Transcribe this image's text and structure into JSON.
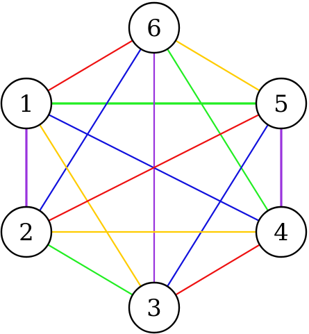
{
  "colors": {
    "red": "#ee1111",
    "green": "#22ee22",
    "blue": "#1111dd",
    "yellow": "#ffcc00",
    "purple": "#9933dd"
  },
  "nodes": [
    {
      "id": "1",
      "label": "1"
    },
    {
      "id": "2",
      "label": "2"
    },
    {
      "id": "3",
      "label": "3"
    },
    {
      "id": "4",
      "label": "4"
    },
    {
      "id": "5",
      "label": "5"
    },
    {
      "id": "6",
      "label": "6"
    }
  ],
  "edges": [
    {
      "from": "1",
      "to": "6",
      "color": "red"
    },
    {
      "from": "6",
      "to": "5",
      "color": "yellow"
    },
    {
      "from": "1",
      "to": "5",
      "color": "green"
    },
    {
      "from": "1",
      "to": "2",
      "color": "purple"
    },
    {
      "from": "5",
      "to": "4",
      "color": "purple"
    },
    {
      "from": "2",
      "to": "6",
      "color": "blue"
    },
    {
      "from": "6",
      "to": "3",
      "color": "purple"
    },
    {
      "from": "6",
      "to": "4",
      "color": "green"
    },
    {
      "from": "1",
      "to": "4",
      "color": "blue"
    },
    {
      "from": "1",
      "to": "3",
      "color": "yellow"
    },
    {
      "from": "2",
      "to": "5",
      "color": "red"
    },
    {
      "from": "5",
      "to": "3",
      "color": "blue"
    },
    {
      "from": "2",
      "to": "4",
      "color": "yellow"
    },
    {
      "from": "2",
      "to": "3",
      "color": "green"
    },
    {
      "from": "3",
      "to": "4",
      "color": "red"
    }
  ]
}
